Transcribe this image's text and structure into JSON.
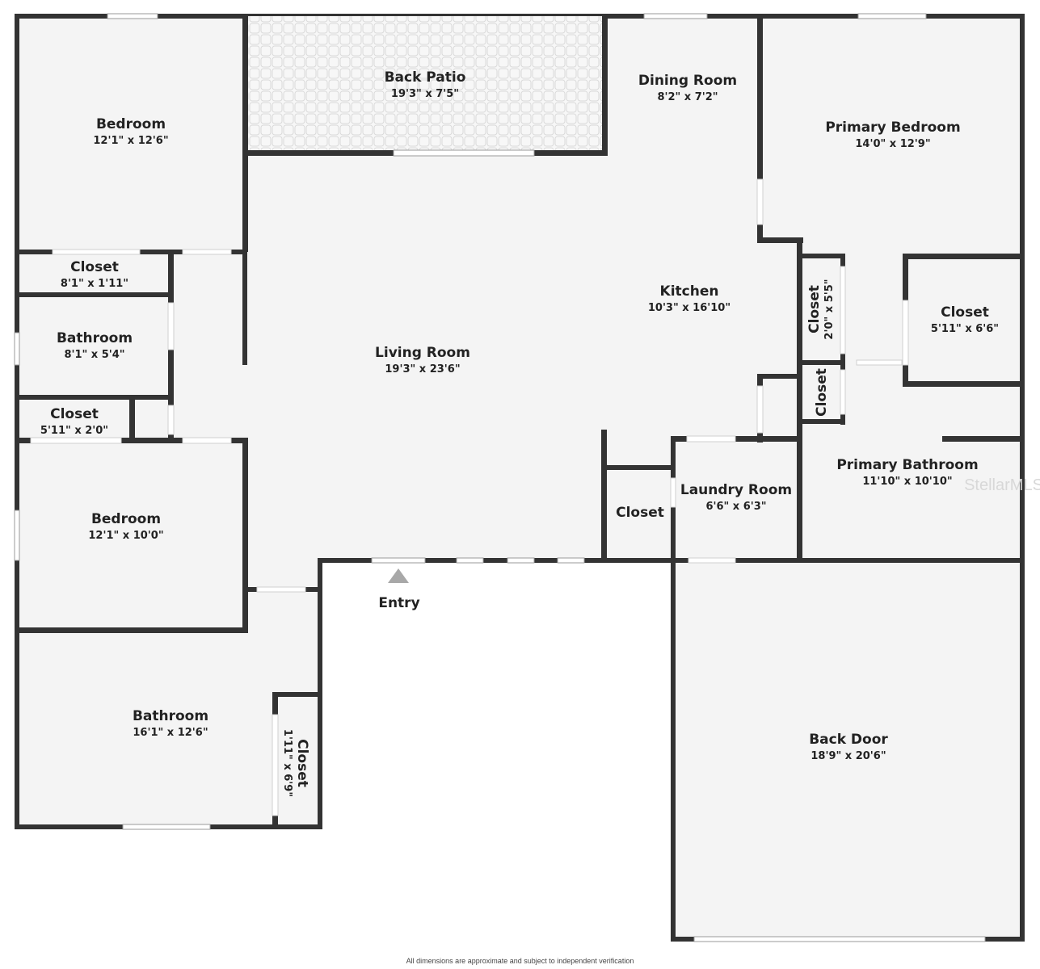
{
  "floor_plan": {
    "rooms": [
      {
        "id": "bedroom-nw",
        "name": "Bedroom",
        "dims": "12'1\" x 12'6\""
      },
      {
        "id": "back-patio",
        "name": "Back Patio",
        "dims": "19'3\" x 7'5\""
      },
      {
        "id": "dining-room",
        "name": "Dining Room",
        "dims": "8'2\" x 7'2\""
      },
      {
        "id": "primary-bedroom",
        "name": "Primary Bedroom",
        "dims": "14'0\" x 12'9\""
      },
      {
        "id": "closet-hall-upper",
        "name": "Closet",
        "dims": "8'1\" x 1'11\""
      },
      {
        "id": "bathroom-hall",
        "name": "Bathroom",
        "dims": "8'1\" x 5'4\""
      },
      {
        "id": "closet-hall-lower",
        "name": "Closet",
        "dims": "5'11\" x 2'0\""
      },
      {
        "id": "living-room",
        "name": "Living Room",
        "dims": "19'3\" x 23'6\""
      },
      {
        "id": "kitchen",
        "name": "Kitchen",
        "dims": "10'3\" x 16'10\""
      },
      {
        "id": "closet-primary-narrow",
        "name": "Closet",
        "dims": "2'0\" x 5'5\""
      },
      {
        "id": "closet-primary-walkin",
        "name": "Closet",
        "dims": "5'11\" x 6'6\""
      },
      {
        "id": "closet-primary-bath",
        "name": "Closet",
        "dims": ""
      },
      {
        "id": "primary-bathroom",
        "name": "Primary Bathroom",
        "dims": "11'10\" x 10'10\""
      },
      {
        "id": "bedroom-sw",
        "name": "Bedroom",
        "dims": "12'1\" x 10'0\""
      },
      {
        "id": "closet-laundry",
        "name": "Closet",
        "dims": ""
      },
      {
        "id": "laundry-room",
        "name": "Laundry Room",
        "dims": "6'6\" x 6'3\""
      },
      {
        "id": "bathroom-large",
        "name": "Bathroom",
        "dims": "16'1\" x 12'6\""
      },
      {
        "id": "closet-bath",
        "name": "Closet",
        "dims": "1'11\" x 6'9\""
      },
      {
        "id": "back-door",
        "name": "Back Door",
        "dims": "18'9\" x 20'6\""
      }
    ],
    "entry_label": "Entry",
    "watermark": "StellarMLS",
    "footer_note": "All dimensions are approximate and subject to independent verification",
    "colors": {
      "wall": "#333333",
      "floor": "#f4f4f4",
      "opening": "#ffffff"
    }
  }
}
